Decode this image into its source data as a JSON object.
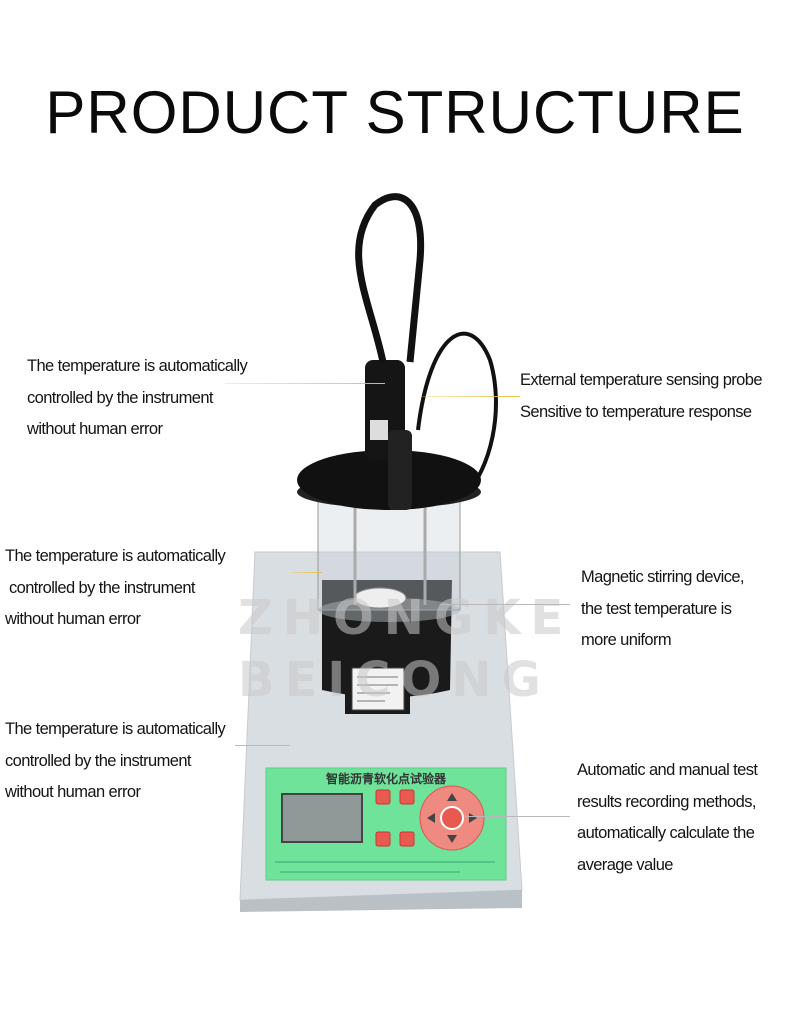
{
  "title": "PRODUCT STRUCTURE",
  "callouts": {
    "left_top": [
      "The temperature is automatically",
      "controlled by the instrument",
      "without human error"
    ],
    "left_middle": [
      "The temperature is automatically",
      " controlled by the instrument",
      "without human error"
    ],
    "left_bottom": [
      "The temperature is automatically",
      "controlled by the instrument",
      "without human error"
    ],
    "right_top": [
      "External temperature sensing probe",
      "Sensitive to temperature response"
    ],
    "right_middle": [
      "Magnetic stirring device,",
      "the test temperature is",
      "more uniform"
    ],
    "right_bottom": [
      "Automatic and manual test",
      "results recording methods,",
      "automatically calculate the",
      "average value"
    ]
  },
  "device": {
    "panel_title": "智能沥青软化点试验器",
    "panel_color": "#6fe39a",
    "body_color": "#d9dee2",
    "button_color": "#e85a50"
  },
  "watermark": [
    "ZHONGKE",
    "BEICONG"
  ],
  "colors": {
    "leader_line": "#e8c040"
  }
}
